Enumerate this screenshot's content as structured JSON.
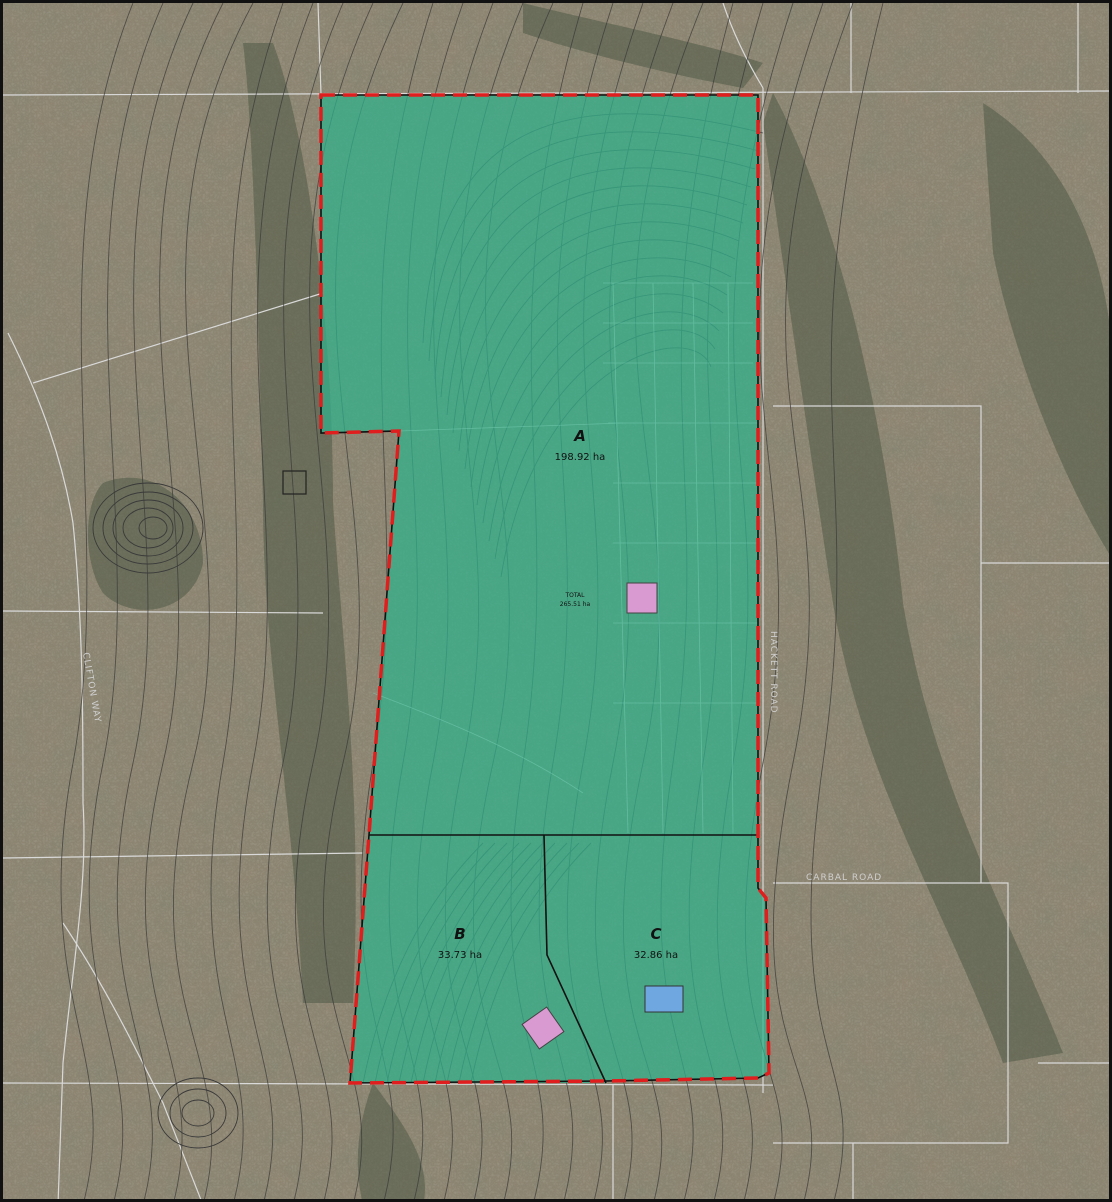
{
  "map": {
    "colors": {
      "terrain": "#8d826e",
      "terrain_dark": "#4f5a45",
      "parcel_fill": "#2fb38c",
      "parcel_outline": "#111111",
      "boundary": "#e01e1e",
      "marker_pink": "#d89ad0",
      "marker_blue": "#6fa8e0",
      "contour": "#3a3a3a",
      "property_line": "#d9d9d9"
    },
    "parcels": [
      {
        "id": "A",
        "letter": "A",
        "area": "198.92 ha"
      },
      {
        "id": "B",
        "letter": "B",
        "area": "33.73 ha"
      },
      {
        "id": "C",
        "letter": "C",
        "area": "32.86 ha"
      }
    ],
    "total": {
      "label": "TOTAL",
      "area": "265.51 ha"
    },
    "roads": [
      {
        "id": "east",
        "name": "HACKETT ROAD"
      },
      {
        "id": "south",
        "name": "CARBAL ROAD"
      },
      {
        "id": "west",
        "name": "CLIFTON WAY"
      }
    ],
    "markers": [
      {
        "id": "marker-a",
        "icon": "pink-square-marker"
      },
      {
        "id": "marker-b",
        "icon": "pink-square-marker"
      },
      {
        "id": "marker-c",
        "icon": "blue-rectangle-marker"
      }
    ]
  }
}
